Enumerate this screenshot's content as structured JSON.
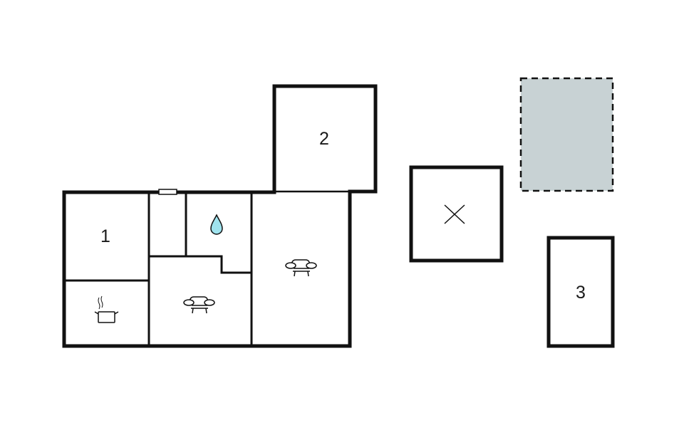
{
  "floorplan": {
    "rooms": [
      {
        "id": "bedroom-1",
        "label": "1"
      },
      {
        "id": "bedroom-2",
        "label": "2"
      },
      {
        "id": "bedroom-3",
        "label": "3"
      }
    ],
    "icons": {
      "bathroom": "water-drop-icon",
      "kitchen": "cooking-pot-icon",
      "living_room_small": "sofa-icon",
      "living_room_large": "sofa-icon",
      "outbuilding": "x-mark-icon"
    },
    "colors": {
      "wall": "#111111",
      "water_drop_fill": "#9fe3ee",
      "terrace_fill": "#c8d2d4"
    }
  }
}
